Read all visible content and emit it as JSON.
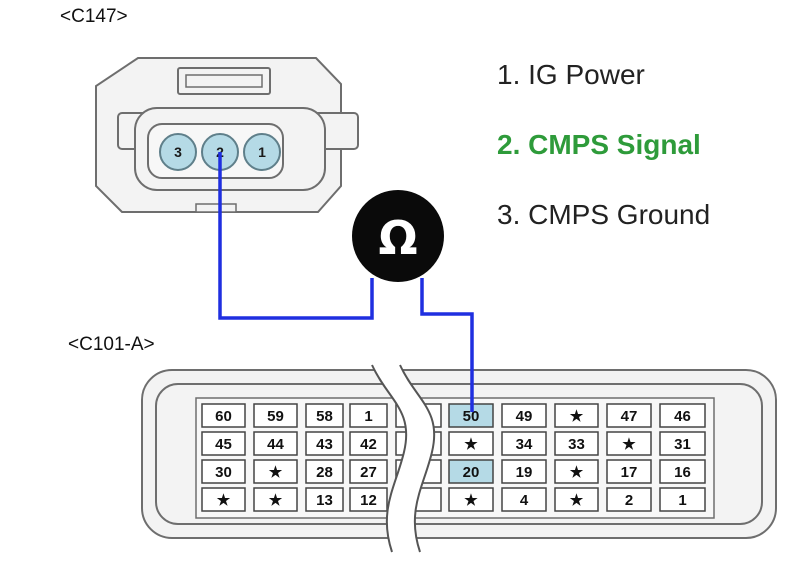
{
  "connectors": {
    "top": {
      "label": "<C147>",
      "pins": [
        "3",
        "2",
        "1"
      ]
    },
    "bottom": {
      "label": "<C101-A>",
      "rows": [
        [
          "60",
          "59",
          "58",
          "1",
          "★",
          "50",
          "49",
          "★",
          "47",
          "46"
        ],
        [
          "45",
          "44",
          "43",
          "42",
          "★",
          "★",
          "34",
          "33",
          "★",
          "31"
        ],
        [
          "30",
          "★",
          "28",
          "27",
          "★",
          "20",
          "19",
          "★",
          "17",
          "16"
        ],
        [
          "★",
          "★",
          "13",
          "12",
          "",
          "★",
          "4",
          "★",
          "2",
          "1"
        ]
      ],
      "highlighted": [
        "50",
        "20"
      ]
    }
  },
  "legend": [
    {
      "text": "1. IG Power",
      "color": "#222222"
    },
    {
      "text": "2. CMPS Signal",
      "color": "#2e9b3a",
      "bold": true
    },
    {
      "text": "3. CMPS Ground",
      "color": "#222222"
    }
  ],
  "meter": {
    "symbol": "Ω"
  },
  "colors": {
    "wire": "#1f2fe0",
    "pin_fill": "#b5dae6",
    "cell_highlight": "#b5dae6",
    "connector_fill": "#f3f3f3",
    "connector_stroke": "#6e6e6e",
    "meter_fill": "#0a0a0a"
  }
}
